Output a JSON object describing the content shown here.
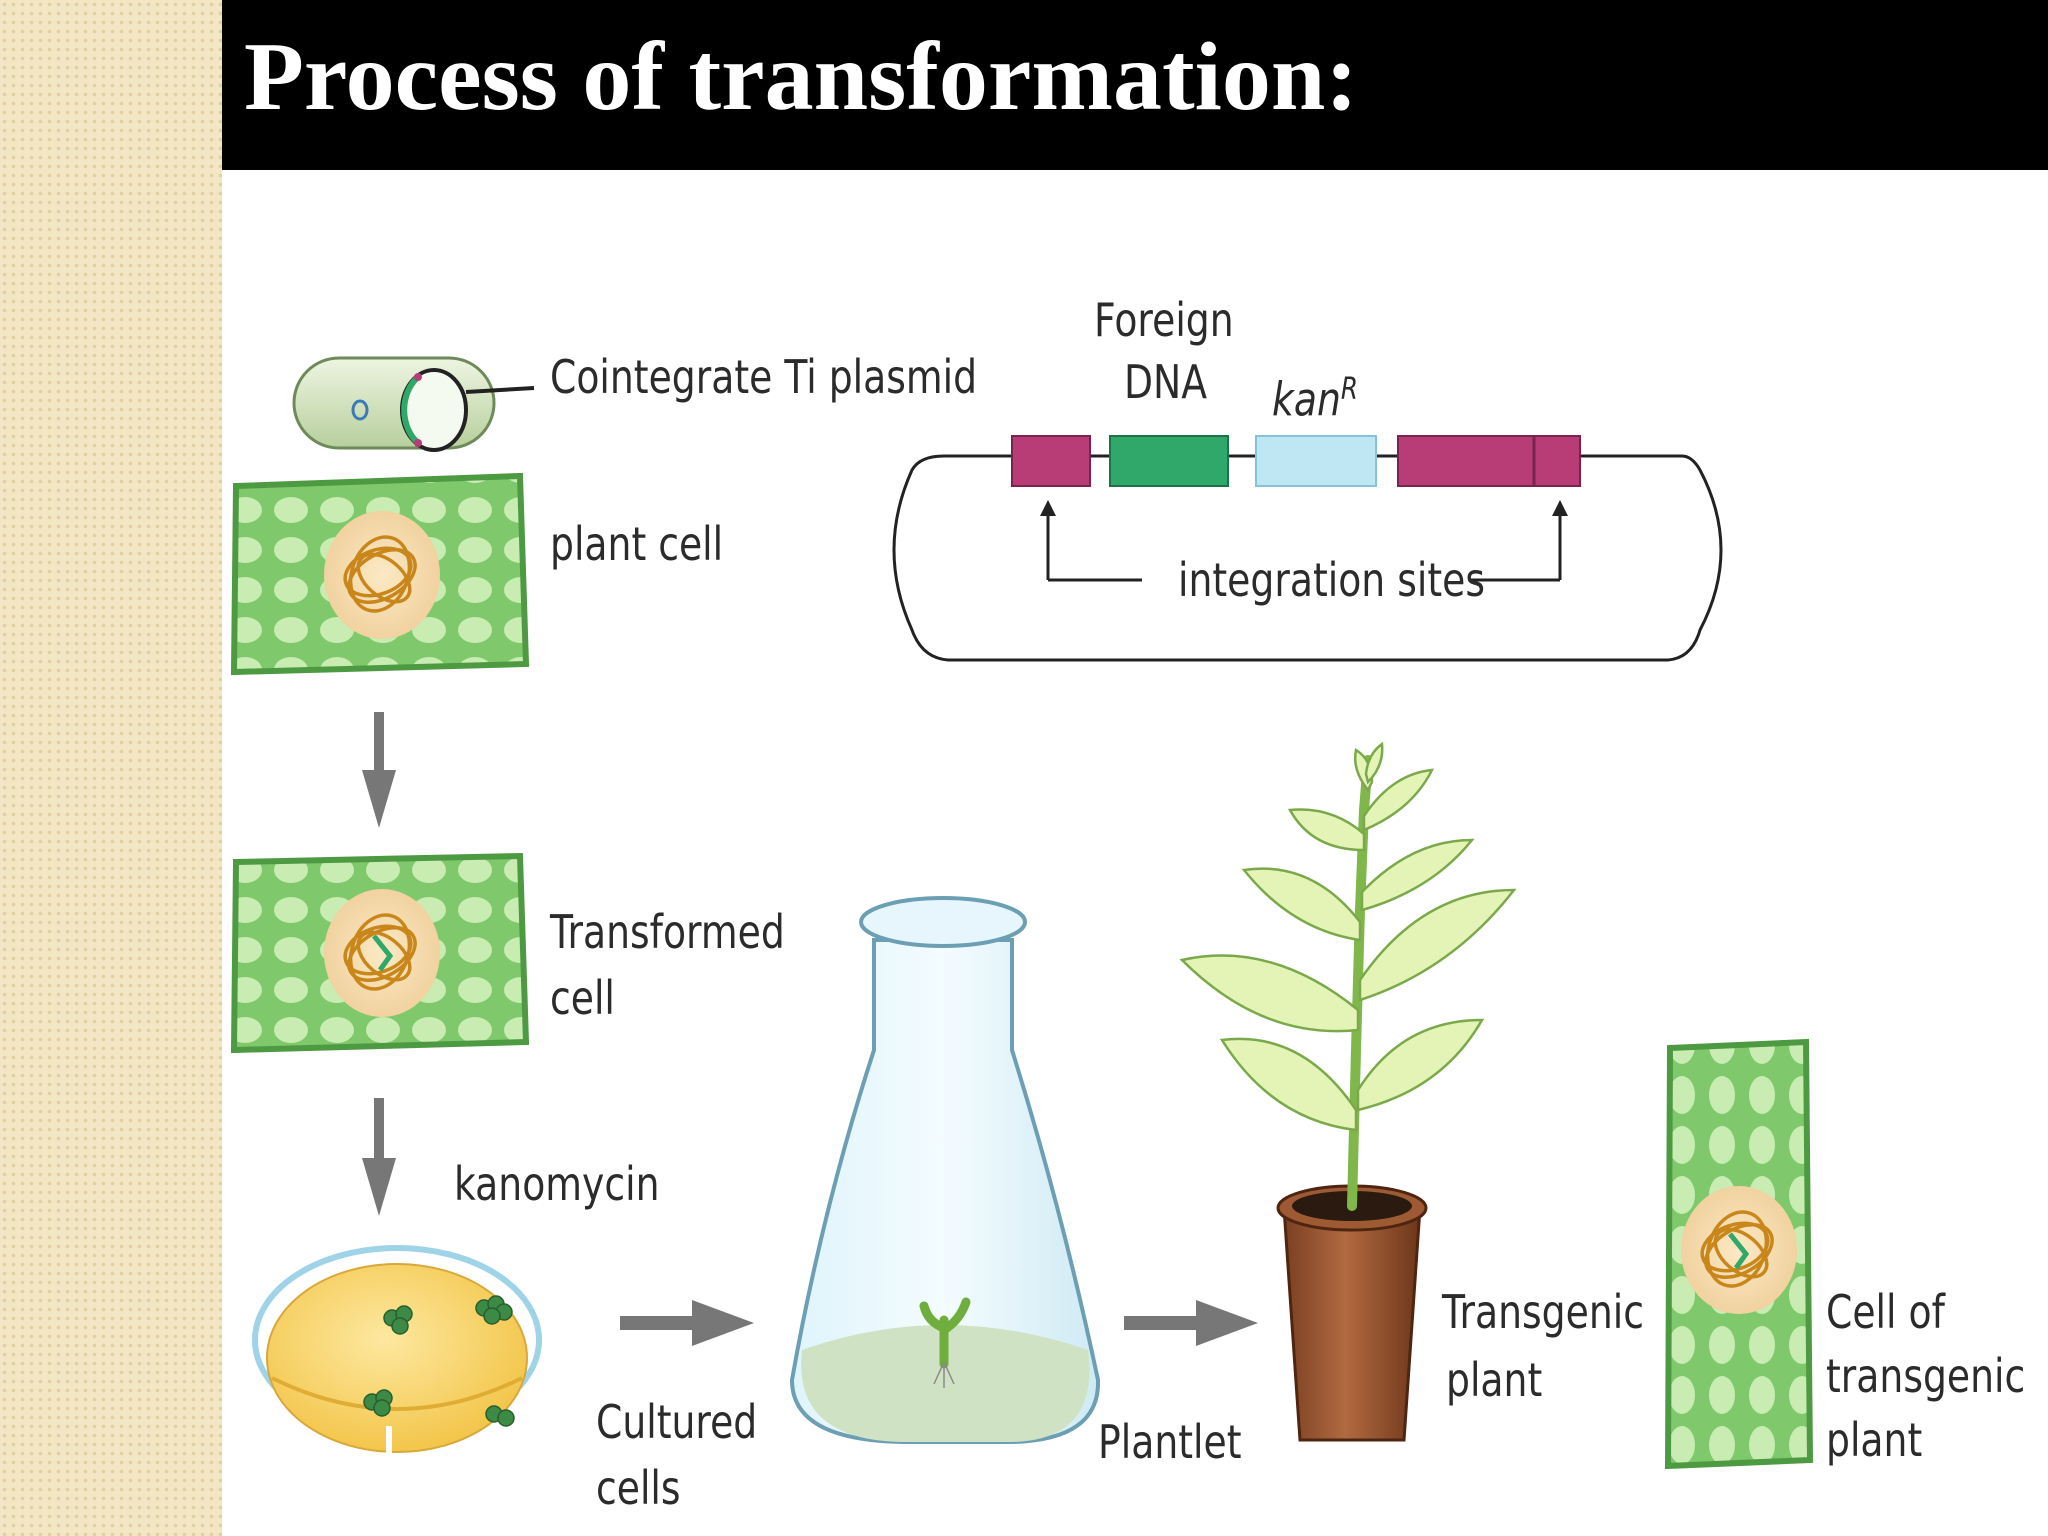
{
  "title": "Process of transformation:",
  "labels": {
    "plasmid": "Cointegrate Ti plasmid",
    "plant_cell": "plant cell",
    "foreign_dna_1": "Foreign",
    "foreign_dna_2": "DNA",
    "kanr": "kan",
    "kanr_sup": "R",
    "integration_sites": "integration sites",
    "transformed_1": "Transformed",
    "transformed_2": "cell",
    "kanomycin": "kanomycin",
    "cultured_1": "Cultured",
    "cultured_2": "cells",
    "plantlet": "Plantlet",
    "transgenic_1": "Transgenic",
    "transgenic_2": "plant",
    "cell_of_1": "Cell of",
    "cell_of_2": "transgenic",
    "cell_of_3": "plant"
  },
  "colors": {
    "cell_green": "#7fc96c",
    "segment_magenta": "#b83c75",
    "segment_green": "#2fa86a",
    "segment_lightblue": "#bfe6f3",
    "agar_yellow": "#f3c64b",
    "arrow_gray": "#777777",
    "pot_brown": "#9a5a36"
  }
}
